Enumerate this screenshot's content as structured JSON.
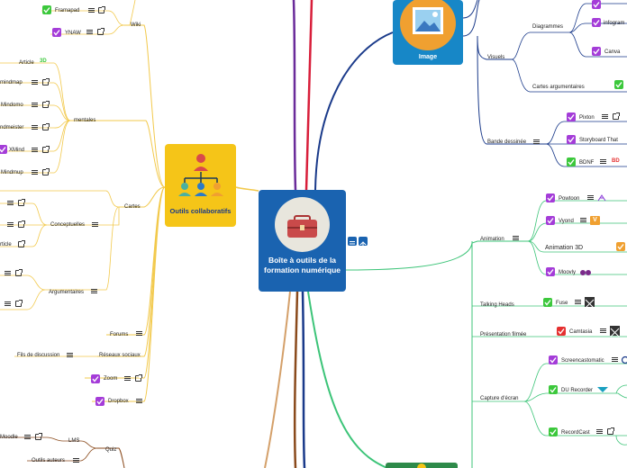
{
  "central": {
    "title": "Boîte à outils de la formation numérique"
  },
  "collab": {
    "title": "Outils collaboratifs"
  },
  "image": {
    "title": "Image"
  },
  "left": {
    "wiki": "Wiki",
    "framapad": "Framapad",
    "ynaw": "YNAW",
    "cartes": "Cartes",
    "mentales": "mentales",
    "article": "Article",
    "mindmap": "mindmap",
    "mindomo": "Mindomo",
    "mindmeister": "ndmeister",
    "xmind": "XMind",
    "mindmup": "Mindmup",
    "conceptuelles": "Conceptuelles",
    "article2": "rticle",
    "argumentaires": "Argumentaires",
    "forums": "Forums",
    "reseaux": "Réseaux sociaux",
    "fils": "Fils de discussion",
    "zoom": "Zoom",
    "dropbox": "Dropbox",
    "moodle": "Moodle",
    "lms": "LMS",
    "quiz": "Quiz",
    "outils_auteurs": "Outils auteurs"
  },
  "right": {
    "diagrammes": "Diagrammes",
    "infogram": "infogram",
    "canva": "Canva",
    "visuels": "Visuels",
    "cartes_arg": "Cartes argumentaires",
    "bande": "Bande dessinée",
    "pixton": "Pixton",
    "storyboard": "Storyboard That",
    "bdnf": "BDNF",
    "bd_badge": "BD",
    "animation": "Animation",
    "powtoon": "Powtoon",
    "vyond": "Vyond",
    "animation3d": "Animation 3D",
    "moovly": "Moovly",
    "talking": "Talking Heads",
    "fuse": "Fuse",
    "presentation": "Présentation filmée",
    "camtasia": "Camtasia",
    "capture": "Capture d'écran",
    "screencast": "Screencastomatic",
    "du_recorder": "DU Recorder",
    "recordcast": "RecordCast"
  },
  "colors": {
    "central": "#1a63b0",
    "collab": "#f5c518",
    "image": "#1787c7",
    "green_branch": "#3cc478",
    "yellow_branch": "#f2c94c",
    "navy_branch": "#1a3a8a",
    "brown_branch": "#8a4a1c"
  }
}
